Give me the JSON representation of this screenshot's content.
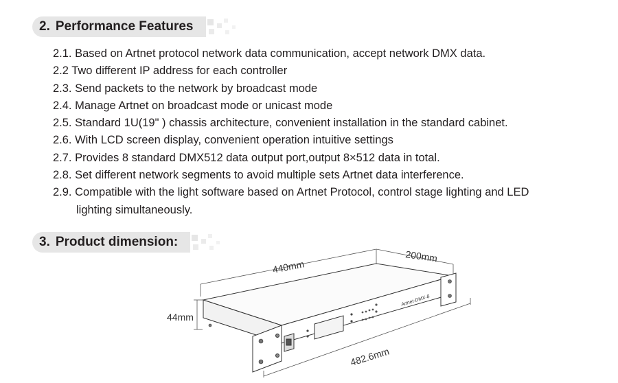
{
  "section2": {
    "number": "2.",
    "title": "Performance Features"
  },
  "features": [
    {
      "text": "2.1. Based on Artnet protocol network data communication, accept network DMX data."
    },
    {
      "text": "2.2 Two different IP address for each controller"
    },
    {
      "text": "2.3. Send packets to the network by broadcast mode"
    },
    {
      "text": "2.4. Manage Artnet on broadcast mode or unicast mode"
    },
    {
      "text": "2.5. Standard 1U(19\" ) chassis architecture, convenient installation in the standard cabinet."
    },
    {
      "text": "2.6. With LCD screen display, convenient operation intuitive settings"
    },
    {
      "text": "2.7. Provides 8 standard DMX512 data output port,output 8×512 data in total."
    },
    {
      "text": "2.8. Set different network segments to avoid multiple sets Artnet data interference."
    },
    {
      "text": "2.9. Compatible with the light software based on Artnet Protocol, control stage lighting and LED",
      "continuation": "lighting simultaneously."
    }
  ],
  "section3": {
    "number": "3.",
    "title": "Product dimension:"
  },
  "diagram": {
    "width_label": "440mm",
    "depth_label": "200mm",
    "height_label": "44mm",
    "rack_width_label": "482.6mm",
    "device_label": "Artnet-DMX-8"
  }
}
